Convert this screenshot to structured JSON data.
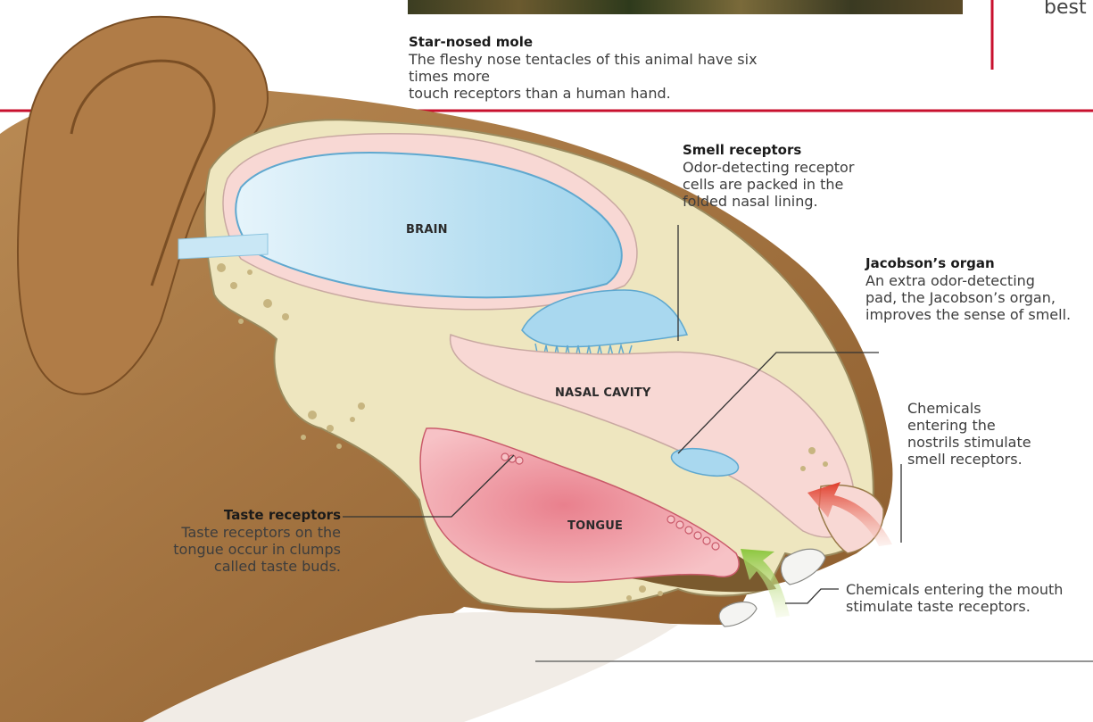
{
  "caption": {
    "title": "Star-nosed mole",
    "text_line1": "The fleshy nose tentacles of this animal have six times more",
    "text_line2": "touch receptors than a human hand."
  },
  "side_fragment": "best",
  "labels": {
    "brain": "BRAIN",
    "nasal_cavity": "NASAL CAVITY",
    "tongue": "TONGUE"
  },
  "callouts": {
    "smell": {
      "title": "Smell receptors",
      "lines": [
        "Odor-detecting receptor",
        "cells are packed in the",
        "folded nasal lining."
      ]
    },
    "jacobson": {
      "title": "Jacobson’s organ",
      "lines": [
        "An extra odor-detecting",
        "pad, the Jacobson’s organ,",
        "improves the sense of smell."
      ]
    },
    "nostrils": {
      "lines": [
        "Chemicals",
        "entering the",
        "nostrils stimulate",
        "smell receptors."
      ]
    },
    "taste": {
      "title": "Taste receptors",
      "lines": [
        "Taste receptors on the",
        "tongue occur in clumps",
        "called taste buds."
      ]
    },
    "mouth": {
      "lines": [
        "Chemicals entering the mouth",
        "stimulate taste receptors."
      ]
    }
  },
  "colors": {
    "accent_red": "#c8102e",
    "fur": "#a8763f",
    "bone": "#eee6bf",
    "brain": "#a9d8ef",
    "tissue": "#f8d8d4",
    "tongue": "#ef9aa4"
  }
}
